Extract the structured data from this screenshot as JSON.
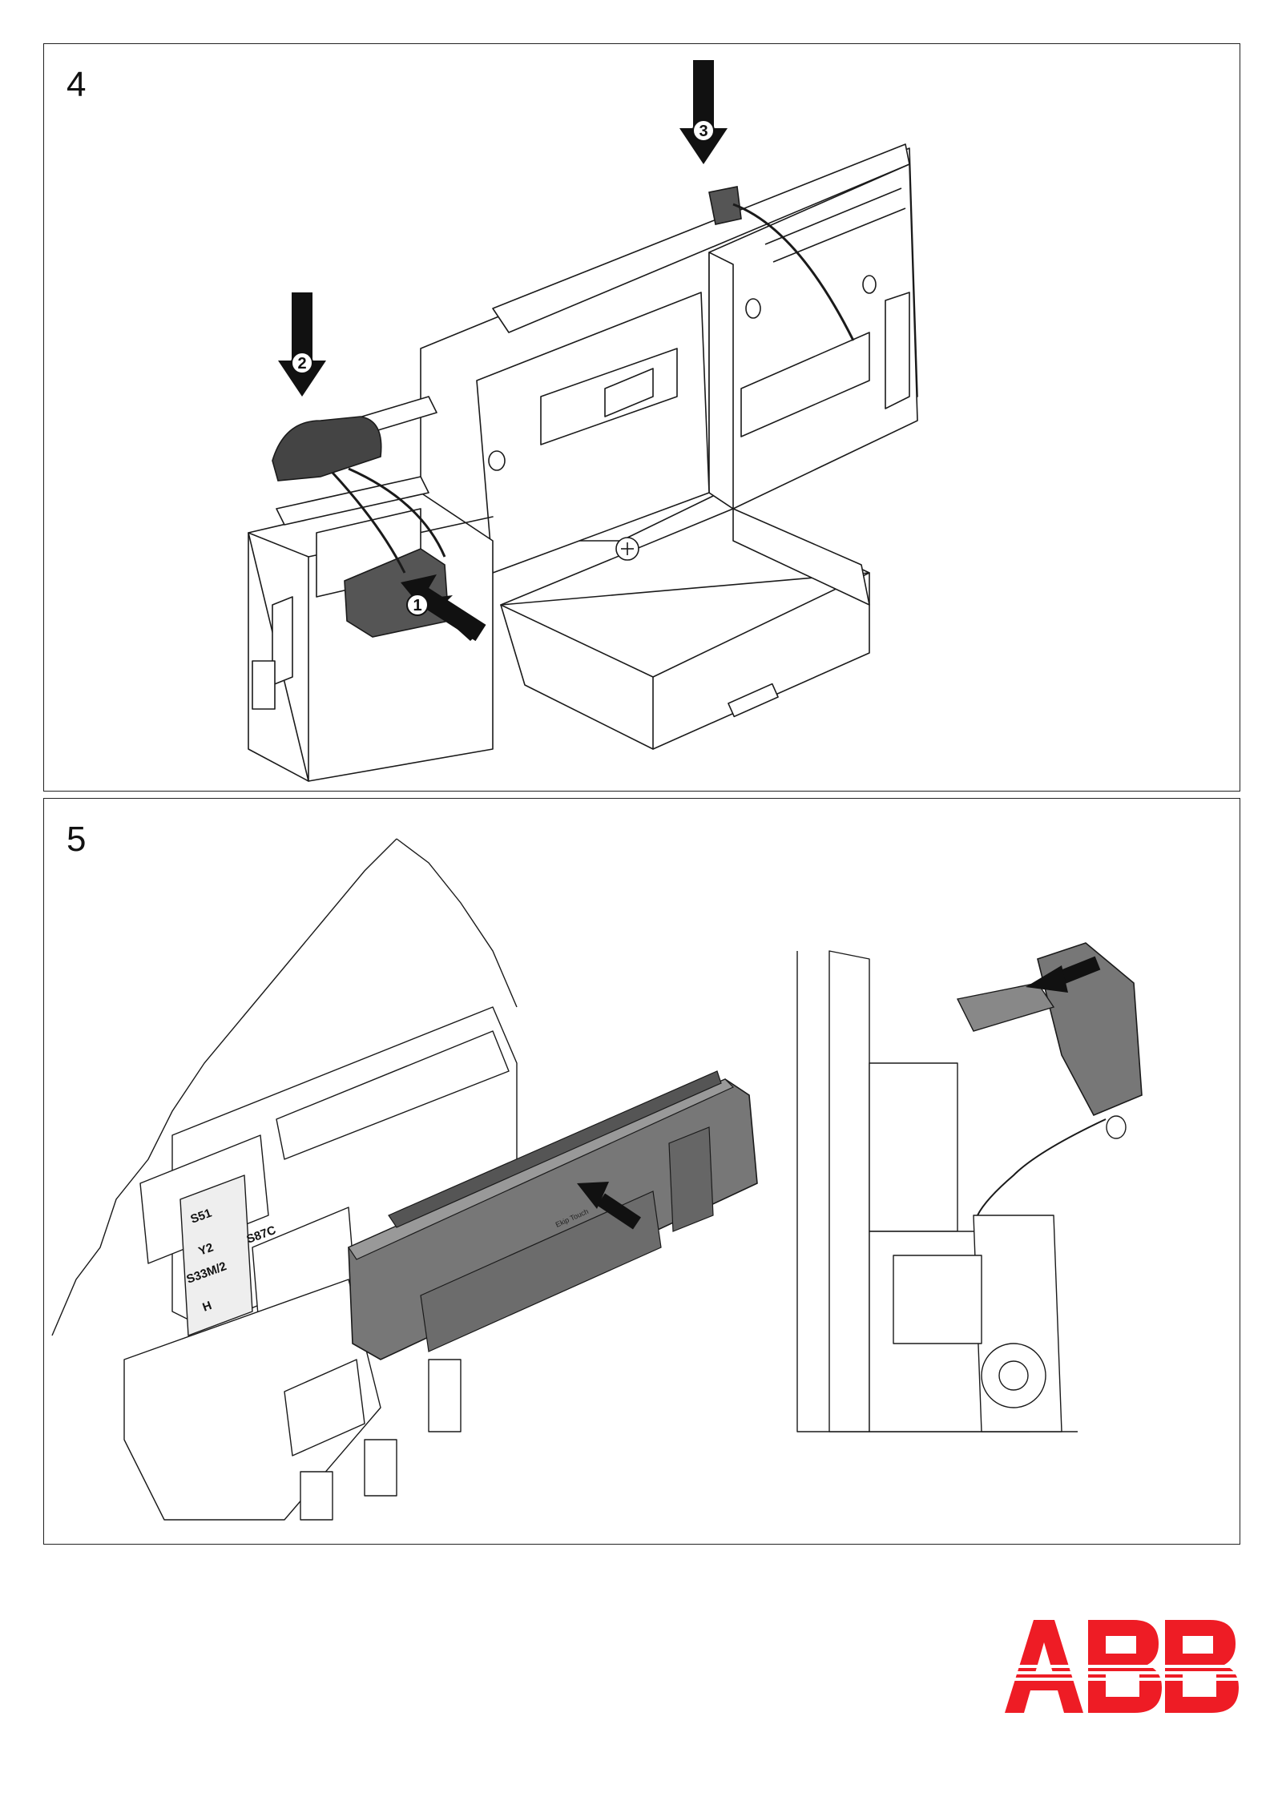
{
  "steps": [
    {
      "number": "4",
      "callouts": [
        "1",
        "2",
        "3"
      ]
    },
    {
      "number": "5"
    }
  ],
  "module_labels": {
    "terminals": [
      "S51",
      "Y2",
      "S33M/2",
      "H",
      "S87C"
    ],
    "display_label": "Ekip Touch"
  },
  "logo": {
    "text": "ABB",
    "color": "#ee1c25"
  },
  "colors": {
    "line": "#1a1a1a",
    "part_dark": "#4a4a4a",
    "part_mid": "#7a7a7a",
    "part_light": "#f4f4f4"
  }
}
